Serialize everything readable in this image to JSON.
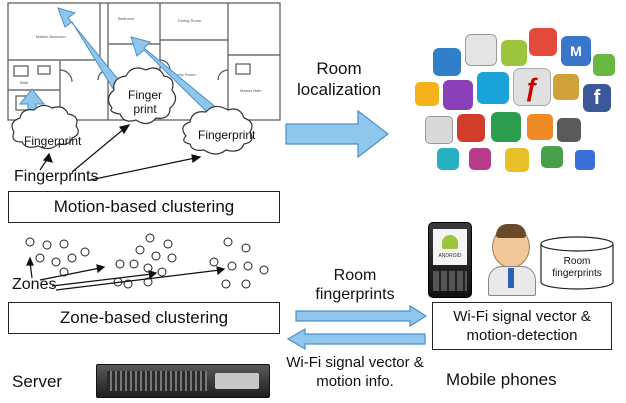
{
  "floorplan": {
    "rooms": [
      "Master Bedroom",
      "Bedroom",
      "Dining Room",
      "Family Room",
      "Bath",
      "Master Bath"
    ]
  },
  "clouds": {
    "left": "Fingerprint",
    "middle": "Finger print",
    "right": "Fingerprint"
  },
  "labels": {
    "fingerprints": "Fingerprints",
    "motion_clustering": "Motion-based clustering",
    "room_localization": "Room localization",
    "zones": "Zones",
    "zone_clustering": "Zone-based clustering",
    "room_fingerprints_arrow": "Room fingerprints",
    "wifi_motion_box": "Wi-Fi signal vector & motion-detection",
    "wifi_motion_info": "Wi-Fi signal vector & motion info.",
    "server": "Server",
    "mobile_phones": "Mobile phones",
    "db_room_fingerprints": "Room fingerprints",
    "phone_brand": "ANDROID"
  },
  "colors": {
    "arrow_fill": "#8fc7ec",
    "arrow_stroke": "#4a90c8",
    "android_green": "#9bc53d"
  }
}
